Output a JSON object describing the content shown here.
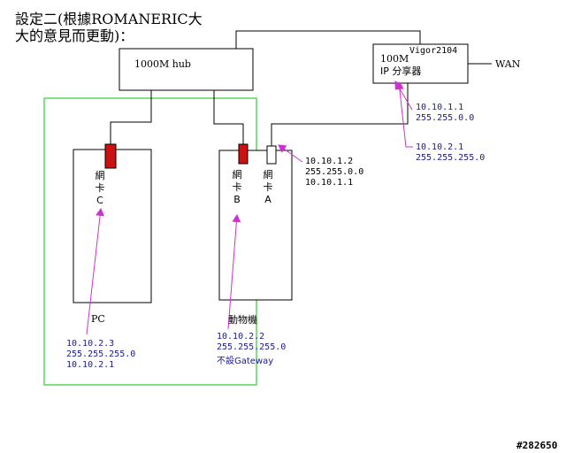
{
  "title": {
    "line1": "設定二(根據ROMANERIC大",
    "line2": "大的意見而更動)："
  },
  "hub": {
    "label": "1000M hub"
  },
  "router": {
    "label_line1": "100M",
    "label_line2": "IP 分享器",
    "model": "Vigor2104"
  },
  "wan": {
    "label": "WAN"
  },
  "router_wan_ip": {
    "ip": "10.10.1.1",
    "mask": "255.255.0.0"
  },
  "router_lan_ip": {
    "ip": "10.10.2.1",
    "mask": "255.255.255.0"
  },
  "nic_a": {
    "label": "網卡A",
    "ip": "10.10.1.2",
    "mask": "255.255.0.0",
    "gateway": "10.10.1.1"
  },
  "nic_b": {
    "label": "網卡B"
  },
  "nic_c": {
    "label": "網卡C"
  },
  "pc": {
    "label": "PC",
    "ip": "10.10.2.3",
    "mask": "255.255.255.0",
    "gateway": "10.10.2.1"
  },
  "animal_machine": {
    "label": "動物機",
    "ip": "10.10.2.2",
    "mask": "255.255.255.0",
    "gateway_note": "不設Gateway"
  },
  "watermark": "#282650",
  "colors": {
    "nic_red": "#cc1111",
    "group_border": "#33cc33",
    "arrow": "#cc33cc",
    "ip_text": "#1a1a8c"
  }
}
